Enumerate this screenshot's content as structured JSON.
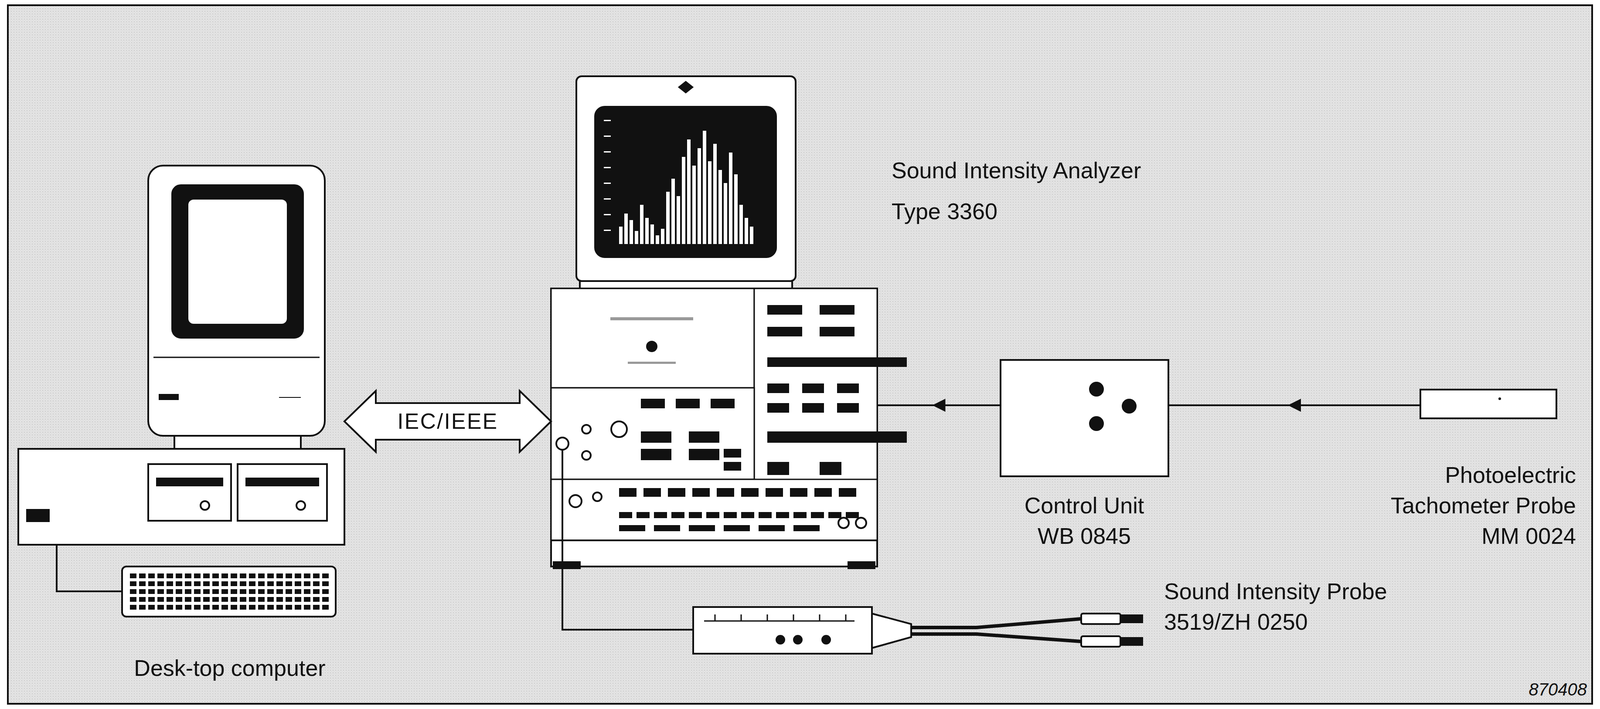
{
  "diagram": {
    "nodes": [
      {
        "text": [
          "Desk-top computer"
        ]
      },
      {
        "text": [
          "Sound Intensity Analyzer Type 3360"
        ]
      },
      {
        "text": [
          "Control Unit WB 0845"
        ]
      },
      {
        "text": [
          "Photoelectric Tachometer Probe MM 0024"
        ]
      },
      {
        "text": [
          "Sound Intensity Probe 3519/ZH 0250"
        ]
      }
    ],
    "edges": [
      {
        "from": 0,
        "to": 1,
        "label": "IEC/IEEE",
        "arrow": "both"
      },
      {
        "from": 3,
        "to": 2,
        "arrow": "to"
      },
      {
        "from": 2,
        "to": 1,
        "arrow": "to"
      },
      {
        "from": 1,
        "to": 4,
        "arrow": "none"
      }
    ],
    "labels": [
      "870408"
    ]
  }
}
